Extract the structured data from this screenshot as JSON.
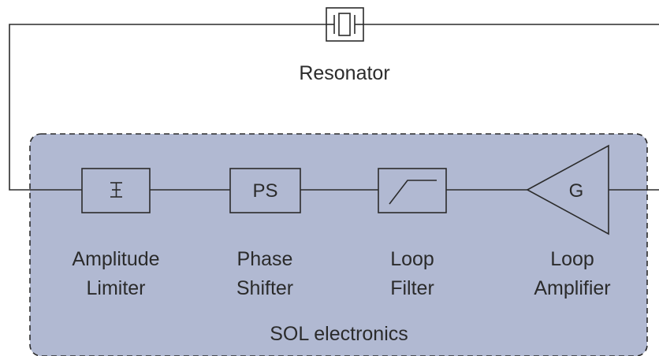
{
  "resonator": {
    "label": "Resonator"
  },
  "electronics": {
    "label": "SOL electronics"
  },
  "blocks": {
    "amplitude_limiter": {
      "line1": "Amplitude",
      "line2": "Limiter"
    },
    "phase_shifter": {
      "symbol": "PS",
      "line1": "Phase",
      "line2": "Shifter"
    },
    "loop_filter": {
      "line1": "Loop",
      "line2": "Filter"
    },
    "loop_amplifier": {
      "symbol": "G",
      "line1": "Loop",
      "line2": "Amplifier"
    }
  },
  "colors": {
    "panel_fill": "#b1b9d2",
    "line": "#2b2b2b",
    "text": "#2b2b2b"
  }
}
